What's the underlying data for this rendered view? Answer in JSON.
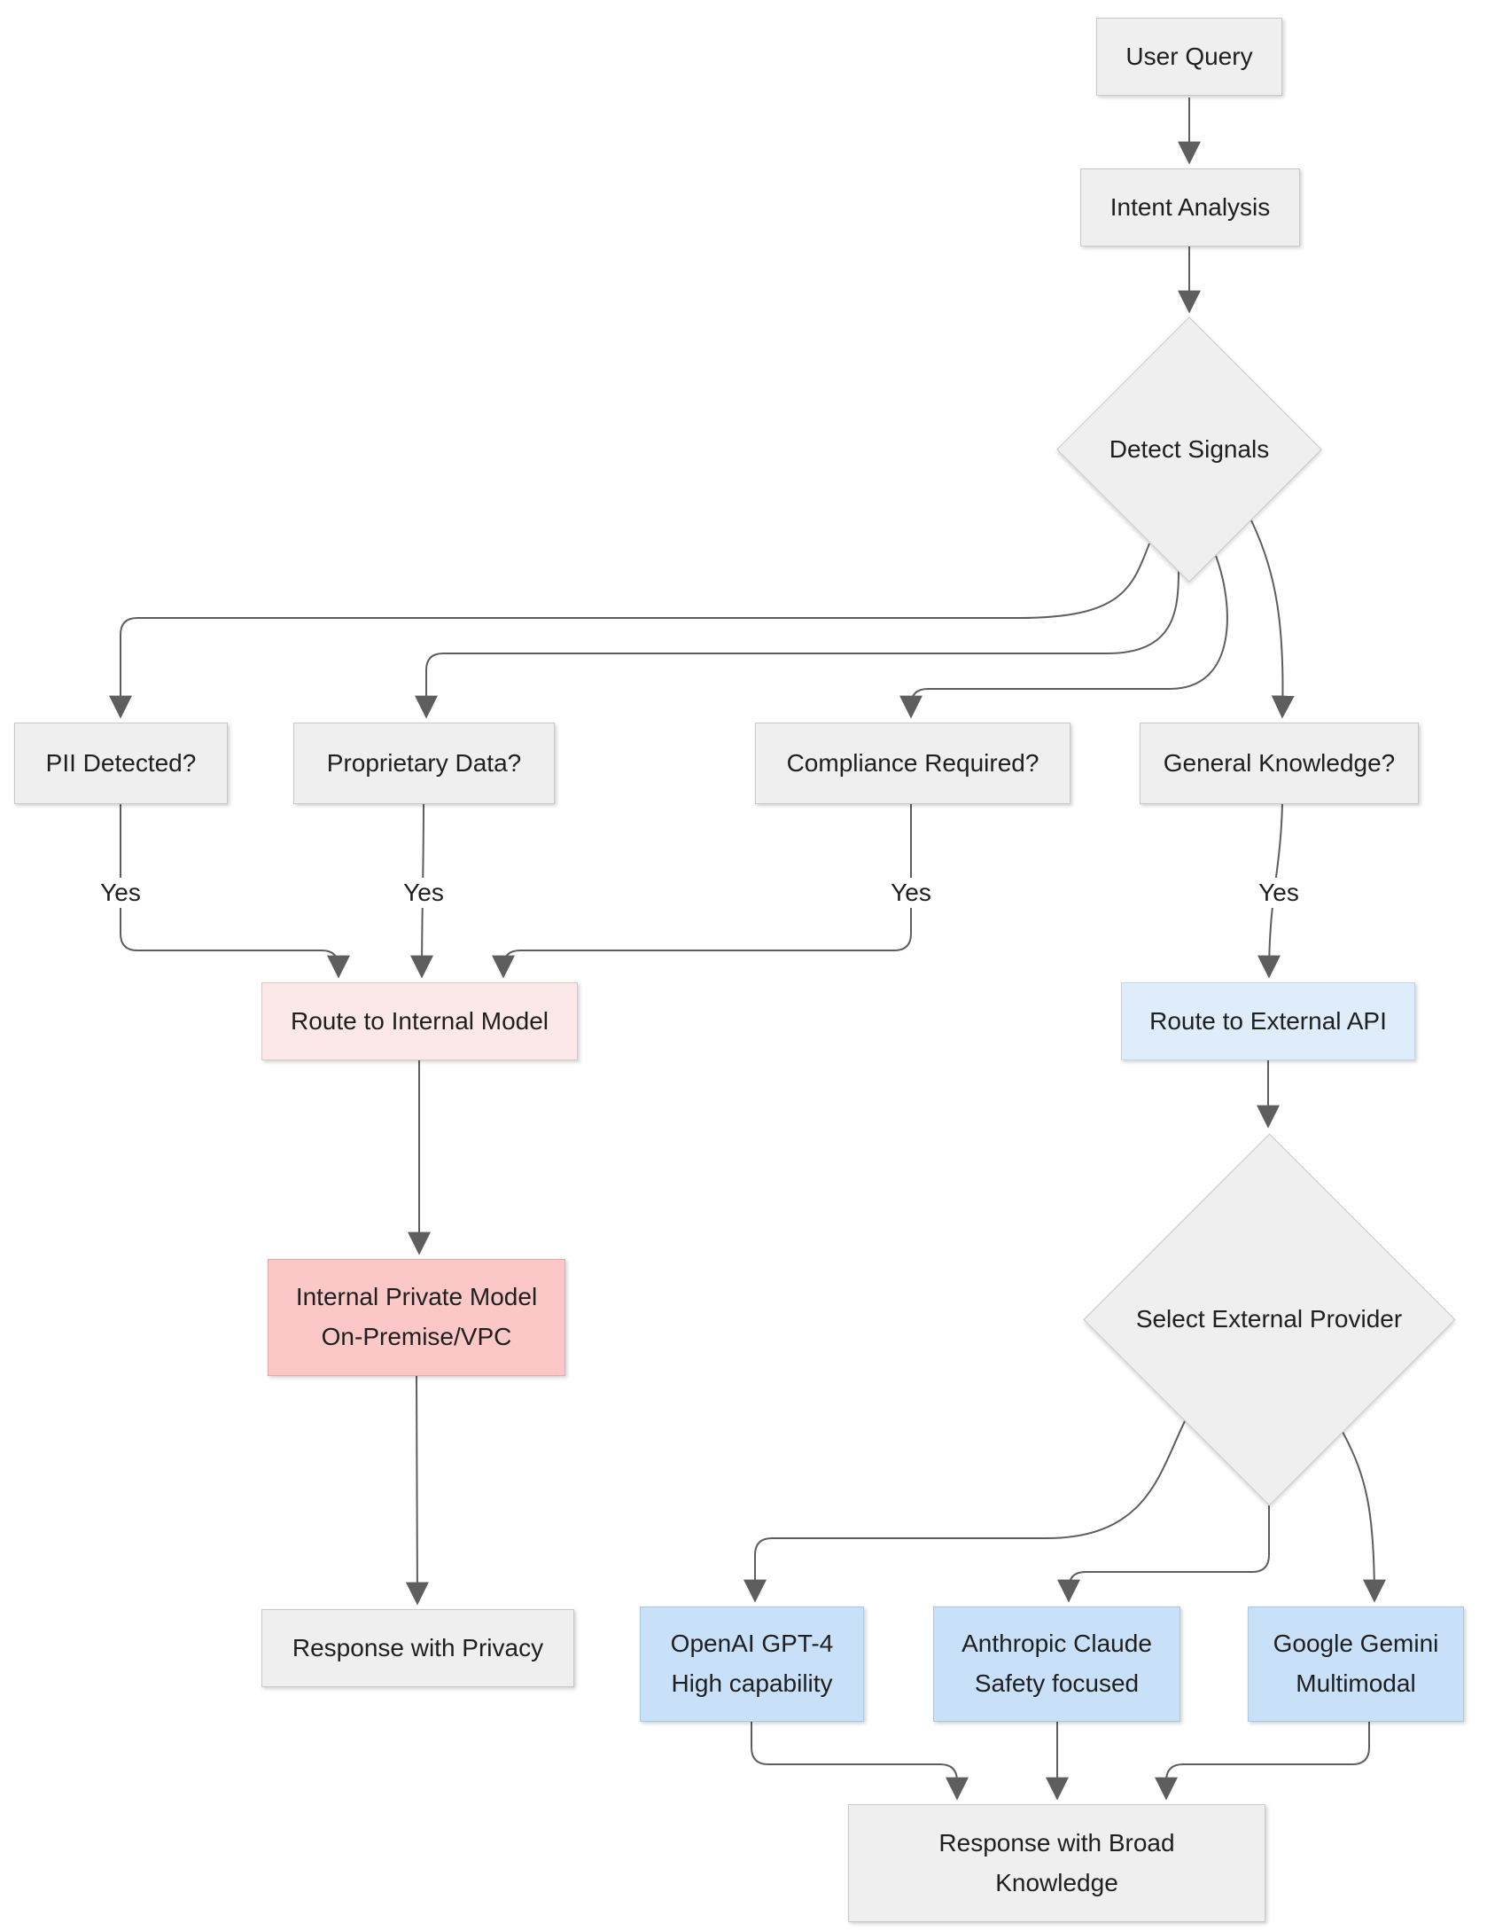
{
  "diagram": {
    "type": "flowchart",
    "direction": "top-down",
    "nodes": {
      "user_query": {
        "label": "User Query",
        "shape": "rect",
        "fill": "#efefef"
      },
      "intent_analysis": {
        "label": "Intent Analysis",
        "shape": "rect",
        "fill": "#efefef"
      },
      "detect_signals": {
        "label": "Detect Signals",
        "shape": "diamond",
        "fill": "#efefef"
      },
      "pii_detected": {
        "label": "PII Detected?",
        "shape": "rect",
        "fill": "#efefef"
      },
      "proprietary_data": {
        "label": "Proprietary Data?",
        "shape": "rect",
        "fill": "#efefef"
      },
      "compliance_required": {
        "label": "Compliance Required?",
        "shape": "rect",
        "fill": "#efefef"
      },
      "general_knowledge": {
        "label": "General Knowledge?",
        "shape": "rect",
        "fill": "#efefef"
      },
      "route_internal": {
        "label": "Route to Internal Model",
        "shape": "rect",
        "fill": "#fce8e8"
      },
      "route_external": {
        "label": "Route to External API",
        "shape": "rect",
        "fill": "#dfedfb"
      },
      "internal_private": {
        "line1": "Internal Private Model",
        "line2": "On-Premise/VPC",
        "shape": "rect",
        "fill": "#fbc7c7"
      },
      "select_provider": {
        "label": "Select External Provider",
        "shape": "diamond",
        "fill": "#efefef"
      },
      "openai": {
        "line1": "OpenAI GPT-4",
        "line2": "High capability",
        "shape": "rect",
        "fill": "#c8e1f8"
      },
      "anthropic": {
        "line1": "Anthropic Claude",
        "line2": "Safety focused",
        "shape": "rect",
        "fill": "#c8e1f8"
      },
      "google": {
        "line1": "Google Gemini",
        "line2": "Multimodal",
        "shape": "rect",
        "fill": "#c8e1f8"
      },
      "response_privacy": {
        "label": "Response with Privacy",
        "shape": "rect",
        "fill": "#efefef"
      },
      "response_broad": {
        "line1": "Response with Broad",
        "line2": "Knowledge",
        "shape": "rect",
        "fill": "#efefef"
      }
    },
    "edge_label_yes": "Yes",
    "edges": [
      {
        "from": "user_query",
        "to": "intent_analysis"
      },
      {
        "from": "intent_analysis",
        "to": "detect_signals"
      },
      {
        "from": "detect_signals",
        "to": "pii_detected"
      },
      {
        "from": "detect_signals",
        "to": "proprietary_data"
      },
      {
        "from": "detect_signals",
        "to": "compliance_required"
      },
      {
        "from": "detect_signals",
        "to": "general_knowledge"
      },
      {
        "from": "pii_detected",
        "to": "route_internal",
        "label": "Yes"
      },
      {
        "from": "proprietary_data",
        "to": "route_internal",
        "label": "Yes"
      },
      {
        "from": "compliance_required",
        "to": "route_internal",
        "label": "Yes"
      },
      {
        "from": "general_knowledge",
        "to": "route_external",
        "label": "Yes"
      },
      {
        "from": "route_internal",
        "to": "internal_private"
      },
      {
        "from": "internal_private",
        "to": "response_privacy"
      },
      {
        "from": "route_external",
        "to": "select_provider"
      },
      {
        "from": "select_provider",
        "to": "openai"
      },
      {
        "from": "select_provider",
        "to": "anthropic"
      },
      {
        "from": "select_provider",
        "to": "google"
      },
      {
        "from": "openai",
        "to": "response_broad"
      },
      {
        "from": "anthropic",
        "to": "response_broad"
      },
      {
        "from": "google",
        "to": "response_broad"
      }
    ],
    "colors": {
      "node_fill": "#efefef",
      "node_border": "#c8c8c8",
      "pink_fill": "#fce8e8",
      "salmon_fill": "#fbc7c7",
      "blue_light_fill": "#dfedfb",
      "blue_fill": "#c8e1f8",
      "edge_color": "#5e5e5e",
      "text_color": "#1f1f1f",
      "background": "#ffffff"
    }
  }
}
